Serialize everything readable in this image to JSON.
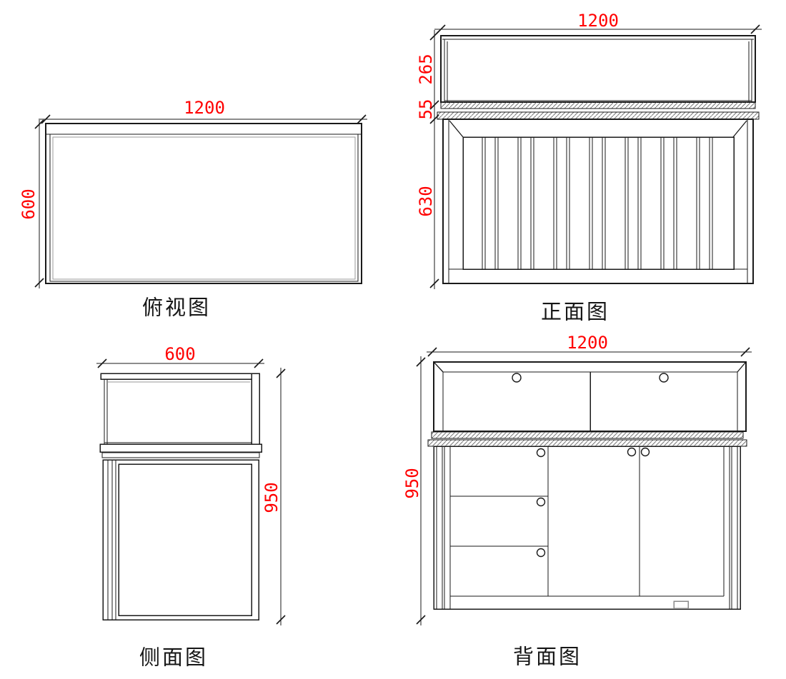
{
  "colors": {
    "dimension_text": "#ff0000",
    "line": "#1a1a1a",
    "glass_line": "#9a9a9a",
    "hatch_line": "#777777",
    "vent_line": "#8a8a8a"
  },
  "views": {
    "top": {
      "label": "俯视图",
      "width": "1200",
      "depth": "600"
    },
    "front": {
      "label": "正面图",
      "width": "1200",
      "display_case_height": "265",
      "counter_band_height": "55",
      "base_height": "630"
    },
    "side": {
      "label": "侧面图",
      "depth": "600",
      "height": "950"
    },
    "back": {
      "label": "背面图",
      "width": "1200",
      "height": "950"
    }
  }
}
